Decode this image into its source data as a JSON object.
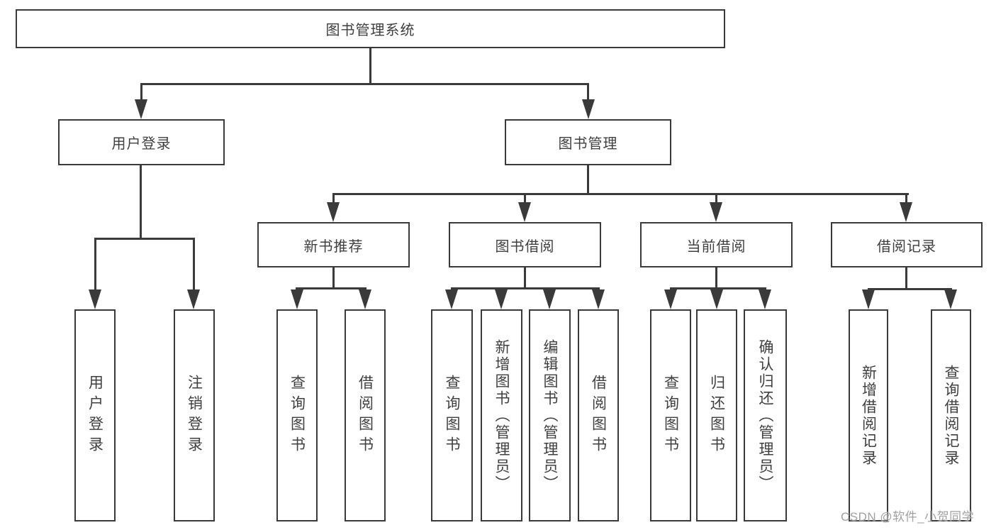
{
  "root": {
    "label": "图书管理系统"
  },
  "level2": {
    "user_login": {
      "label": "用户登录"
    },
    "book_management": {
      "label": "图书管理"
    }
  },
  "level3": {
    "new_book_recommend": {
      "label": "新书推荐"
    },
    "book_borrow": {
      "label": "图书借阅"
    },
    "current_borrow": {
      "label": "当前借阅"
    },
    "borrow_records": {
      "label": "借阅记录"
    }
  },
  "leaves": {
    "user_login_1": {
      "label": "用户登录"
    },
    "user_login_2": {
      "label": "注销登录"
    },
    "new_book_1": {
      "label": "查询图书"
    },
    "new_book_2": {
      "label": "借阅图书"
    },
    "book_borrow_1": {
      "label": "查询图书"
    },
    "book_borrow_2": {
      "label": "新增图书（管理员）"
    },
    "book_borrow_3": {
      "label": "编辑图书（管理员）"
    },
    "book_borrow_4": {
      "label": "借阅图书"
    },
    "current_borrow_1": {
      "label": "查询图书"
    },
    "current_borrow_2": {
      "label": "归还图书"
    },
    "current_borrow_3": {
      "label": "确认归还（管理员）"
    },
    "borrow_records_1": {
      "label": "新增借阅记录"
    },
    "borrow_records_2": {
      "label": "查询借阅记录"
    }
  },
  "watermark": {
    "label": "CSDN @软件_小贺同学"
  },
  "colors": {
    "line": "#3a3a3a",
    "text": "#3f3f3f",
    "watermark": "#a0a0a0",
    "box_bg": "#ffffff",
    "page_bg": "#ffffff"
  }
}
